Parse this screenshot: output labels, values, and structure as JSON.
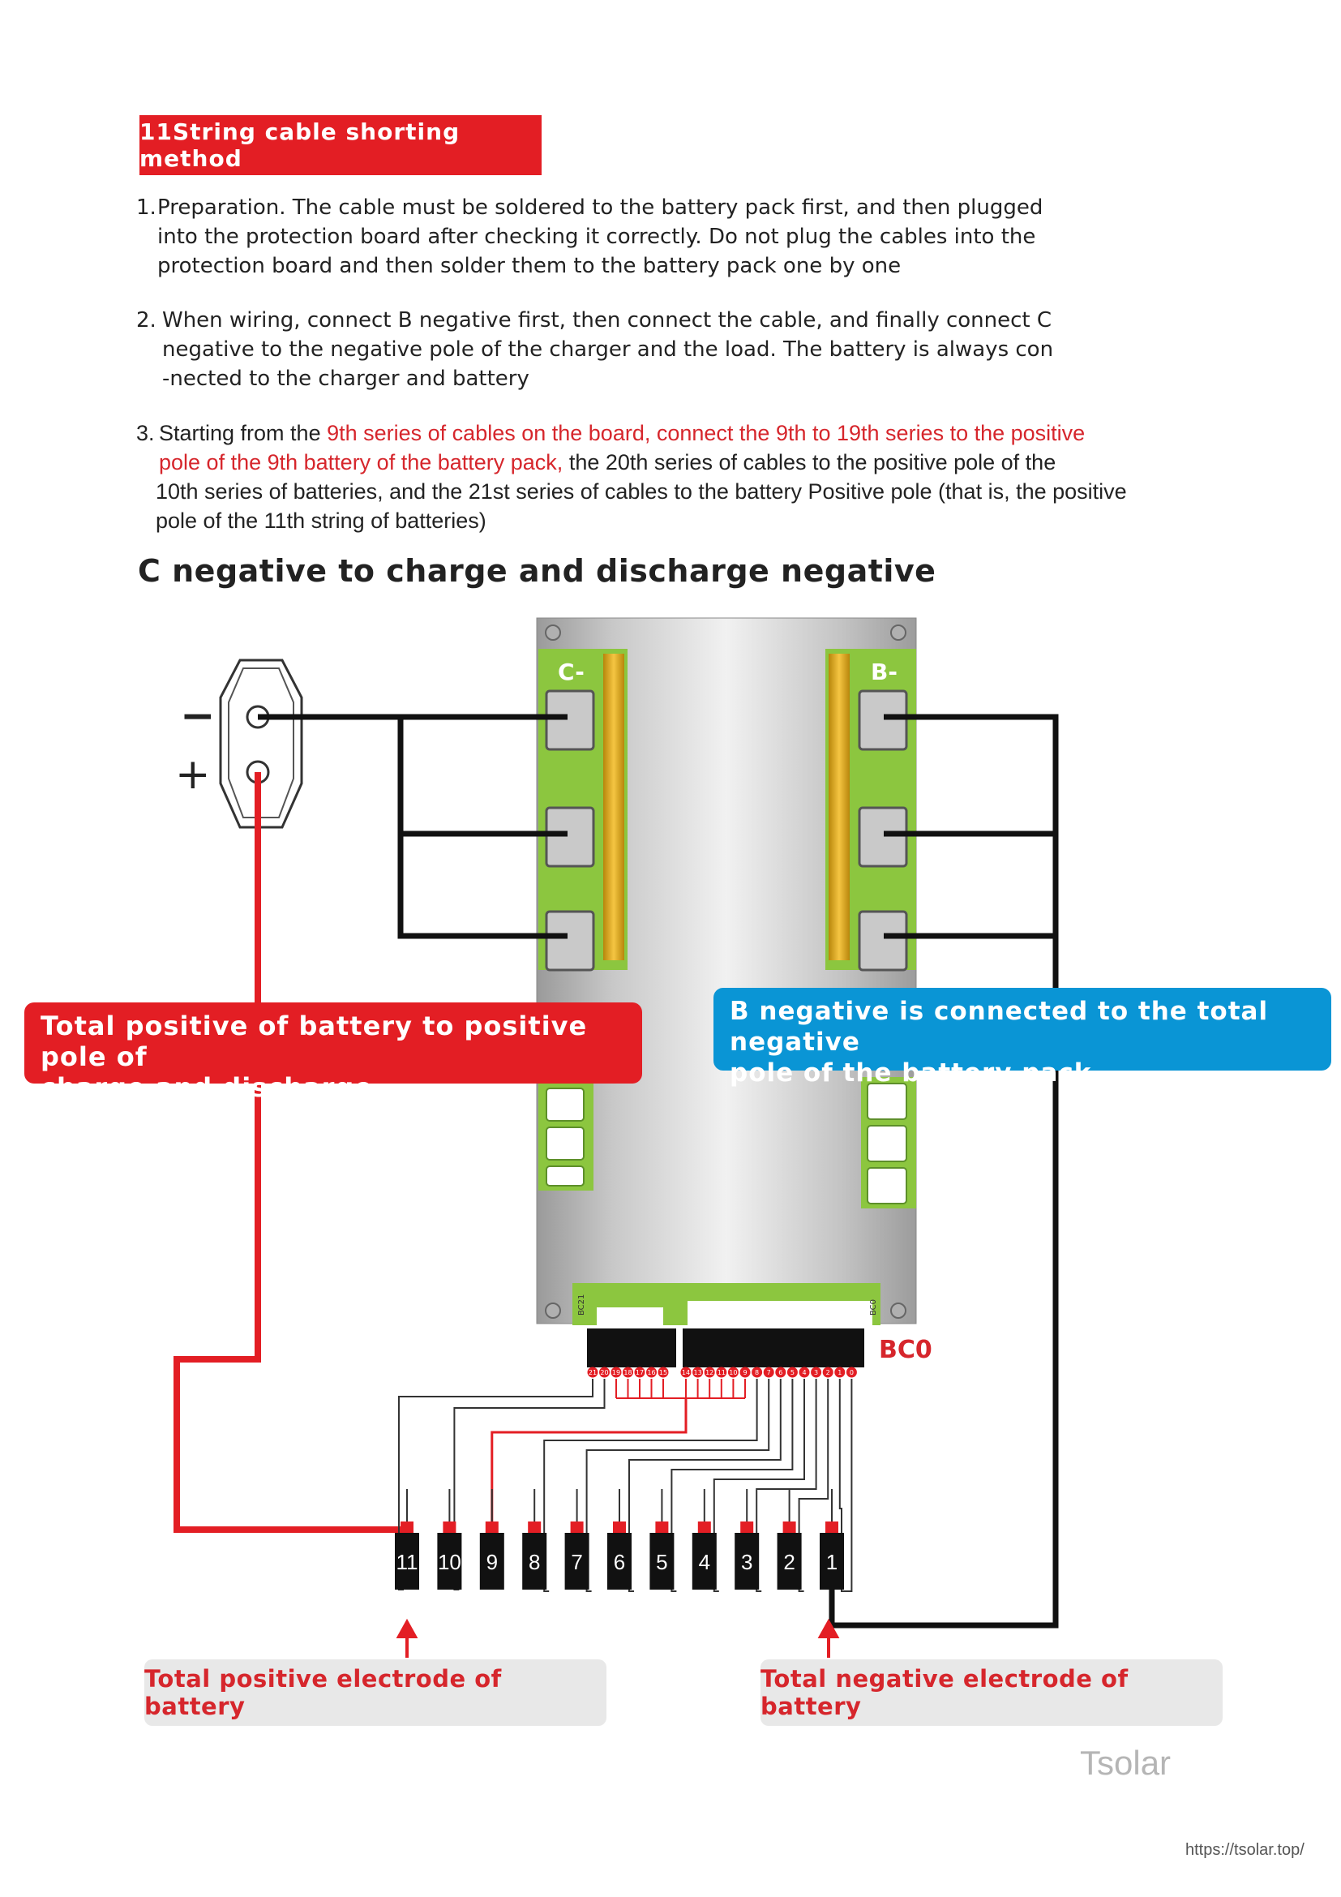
{
  "header": {
    "title": "11String cable shorting method"
  },
  "steps": [
    {
      "num": "1.",
      "lines": [
        "Preparation. The cable must be soldered to the battery pack first, and then plugged",
        "into the protection board after checking it correctly. Do not plug the cables into the",
        "protection board and then solder them to the battery pack one by one"
      ]
    },
    {
      "num": "2.",
      "lines": [
        "When wiring, connect B negative first, then connect the cable, and finally connect C",
        "negative to the negative pole of the charger and the load. The battery is always con",
        "-nected to the charger and battery"
      ]
    },
    {
      "num": "3.",
      "l1_plain": "Starting from the ",
      "l1_red": "9th series of cables on the board, connect the 9th to 19th series to the positive",
      "l2_red": "pole of the 9th battery of the battery pack,",
      "l2_plain": " the 20th series of cables to the positive pole of the",
      "l3": "10th series of batteries, and the 21st series of cables to the battery Positive pole (that is, the positive",
      "l4": "pole of the 11th string of batteries)"
    }
  ],
  "section": {
    "heading": "C negative to charge and discharge negative"
  },
  "connector": {
    "minus": "−",
    "plus": "+"
  },
  "board": {
    "c_label": "C-",
    "b_label": "B-",
    "bc0_label": "BC0",
    "bc_small_left": "BC21",
    "bc_small_right": "BC0",
    "pins": [
      "21",
      "20",
      "19",
      "18",
      "17",
      "16",
      "15",
      "14",
      "13",
      "12",
      "11",
      "10",
      "9",
      "8",
      "7",
      "6",
      "5",
      "4",
      "3",
      "2",
      "1",
      "0"
    ]
  },
  "callouts": {
    "red": [
      "Total positive of battery to positive pole of",
      "charge and discharge"
    ],
    "blue": [
      "B negative is connected to the total negative",
      "pole of the battery pack"
    ]
  },
  "cells": [
    "11",
    "10",
    "9",
    "8",
    "7",
    "6",
    "5",
    "4",
    "3",
    "2",
    "1"
  ],
  "bottom": {
    "positive": "Total positive electrode of battery",
    "negative": "Total negative electrode of battery"
  },
  "footer": {
    "brand": "Tsolar",
    "url": "https://tsolar.top/"
  },
  "colors": {
    "red": "#e31e24",
    "blue": "#0a95d5",
    "pcb_green": "#8cc63f",
    "wire": "#111111"
  }
}
